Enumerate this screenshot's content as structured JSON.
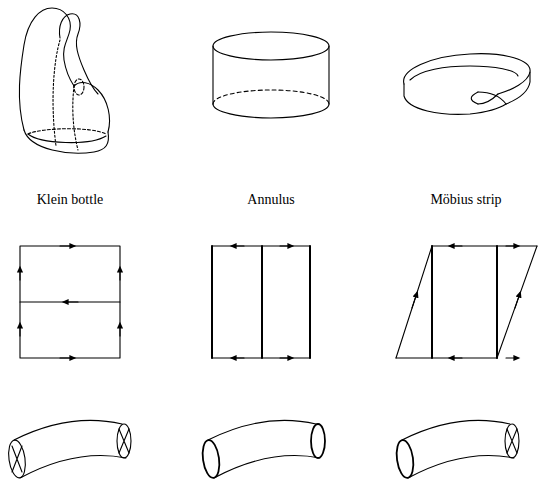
{
  "diagram": {
    "labels": [
      "Klein bottle",
      "Annulus",
      "Möbius strip"
    ]
  }
}
